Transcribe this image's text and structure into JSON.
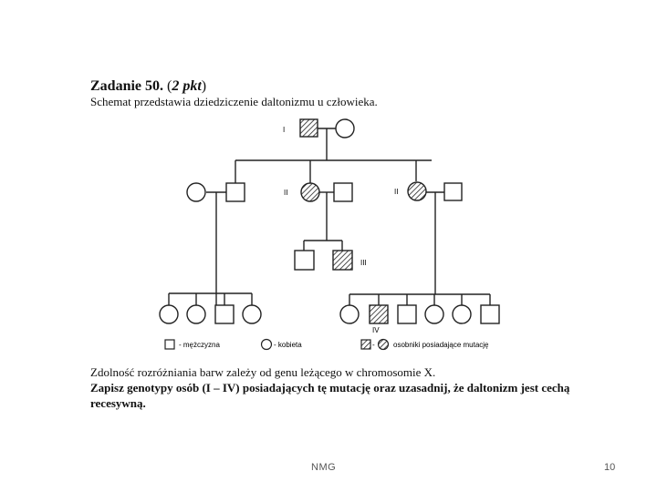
{
  "task": {
    "title": "Zadanie 50.",
    "points_open": "(",
    "points_value": "2 pkt",
    "points_close": ")",
    "subtitle": "Schemat przedstawia dziedziczenie daltonizmu u człowieka."
  },
  "generations": {
    "g1": "I",
    "g2a": "II",
    "g2b": "II",
    "g3": "III",
    "g4": "IV"
  },
  "legend": {
    "male": "- mężczyzna",
    "female": "- kobieta",
    "affected_sep": "-",
    "affected": "osobniki posiadające mutację"
  },
  "question": {
    "line1": "Zdolność rozróżniania barw zależy od genu leżącego w chromosomie X.",
    "line2": "Zapisz genotypy osób (I – IV) posiadających tę mutację oraz uzasadnij, że daltonizm jest cechą recesywną."
  },
  "footer": {
    "author": "NMG",
    "page": "10"
  }
}
